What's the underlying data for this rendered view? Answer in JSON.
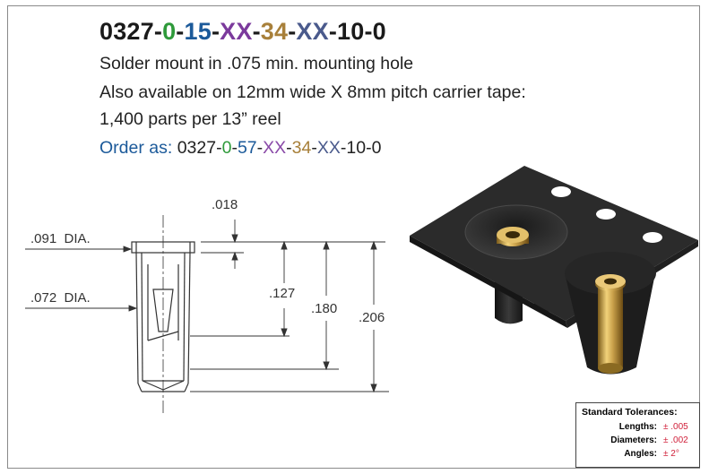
{
  "title": {
    "segments": [
      {
        "text": "0327",
        "color": "#1a1a1a"
      },
      {
        "text": "-",
        "color": "#1a1a1a"
      },
      {
        "text": "0",
        "color": "#2e9a3a"
      },
      {
        "text": "-",
        "color": "#1a1a1a"
      },
      {
        "text": "15",
        "color": "#1c5a9a"
      },
      {
        "text": "-",
        "color": "#1a1a1a"
      },
      {
        "text": "XX",
        "color": "#7b3a9c"
      },
      {
        "text": "-",
        "color": "#1a1a1a"
      },
      {
        "text": "34",
        "color": "#a8803a"
      },
      {
        "text": "-",
        "color": "#1a1a1a"
      },
      {
        "text": "XX",
        "color": "#4a5a8c"
      },
      {
        "text": "-",
        "color": "#1a1a1a"
      },
      {
        "text": "10",
        "color": "#1a1a1a"
      },
      {
        "text": "-",
        "color": "#1a1a1a"
      },
      {
        "text": "0",
        "color": "#1a1a1a"
      }
    ]
  },
  "description": {
    "line1": "Solder mount in .075 min. mounting hole",
    "line2": "Also available on 12mm wide X 8mm pitch carrier tape:",
    "line3": "1,400 parts per 13” reel"
  },
  "order": {
    "label": "Order as:",
    "segments": [
      {
        "text": "0327",
        "color": "#222222"
      },
      {
        "text": "-",
        "color": "#222222"
      },
      {
        "text": "0",
        "color": "#2e9a3a"
      },
      {
        "text": "-",
        "color": "#222222"
      },
      {
        "text": "57",
        "color": "#1c5a9a"
      },
      {
        "text": "-",
        "color": "#222222"
      },
      {
        "text": "XX",
        "color": "#8a4aa8"
      },
      {
        "text": "-",
        "color": "#222222"
      },
      {
        "text": "34",
        "color": "#a8803a"
      },
      {
        "text": "-",
        "color": "#222222"
      },
      {
        "text": "XX",
        "color": "#4a5a8c"
      },
      {
        "text": "-",
        "color": "#222222"
      },
      {
        "text": "10",
        "color": "#222222"
      },
      {
        "text": "-",
        "color": "#222222"
      },
      {
        "text": "0",
        "color": "#222222"
      }
    ]
  },
  "drawing": {
    "dim_top_flange": ".018",
    "dim_flange_dia": ".091  DIA.",
    "dim_body_dia": ".072  DIA.",
    "dim_127": ".127",
    "dim_180": ".180",
    "dim_206": ".206"
  },
  "tolerances": {
    "title": "Standard Tolerances:",
    "rows": [
      {
        "label": "Lengths:",
        "value": "± .005"
      },
      {
        "label": "Diameters:",
        "value": "± .002"
      },
      {
        "label": "Angles:",
        "value": "± 2°"
      }
    ]
  }
}
